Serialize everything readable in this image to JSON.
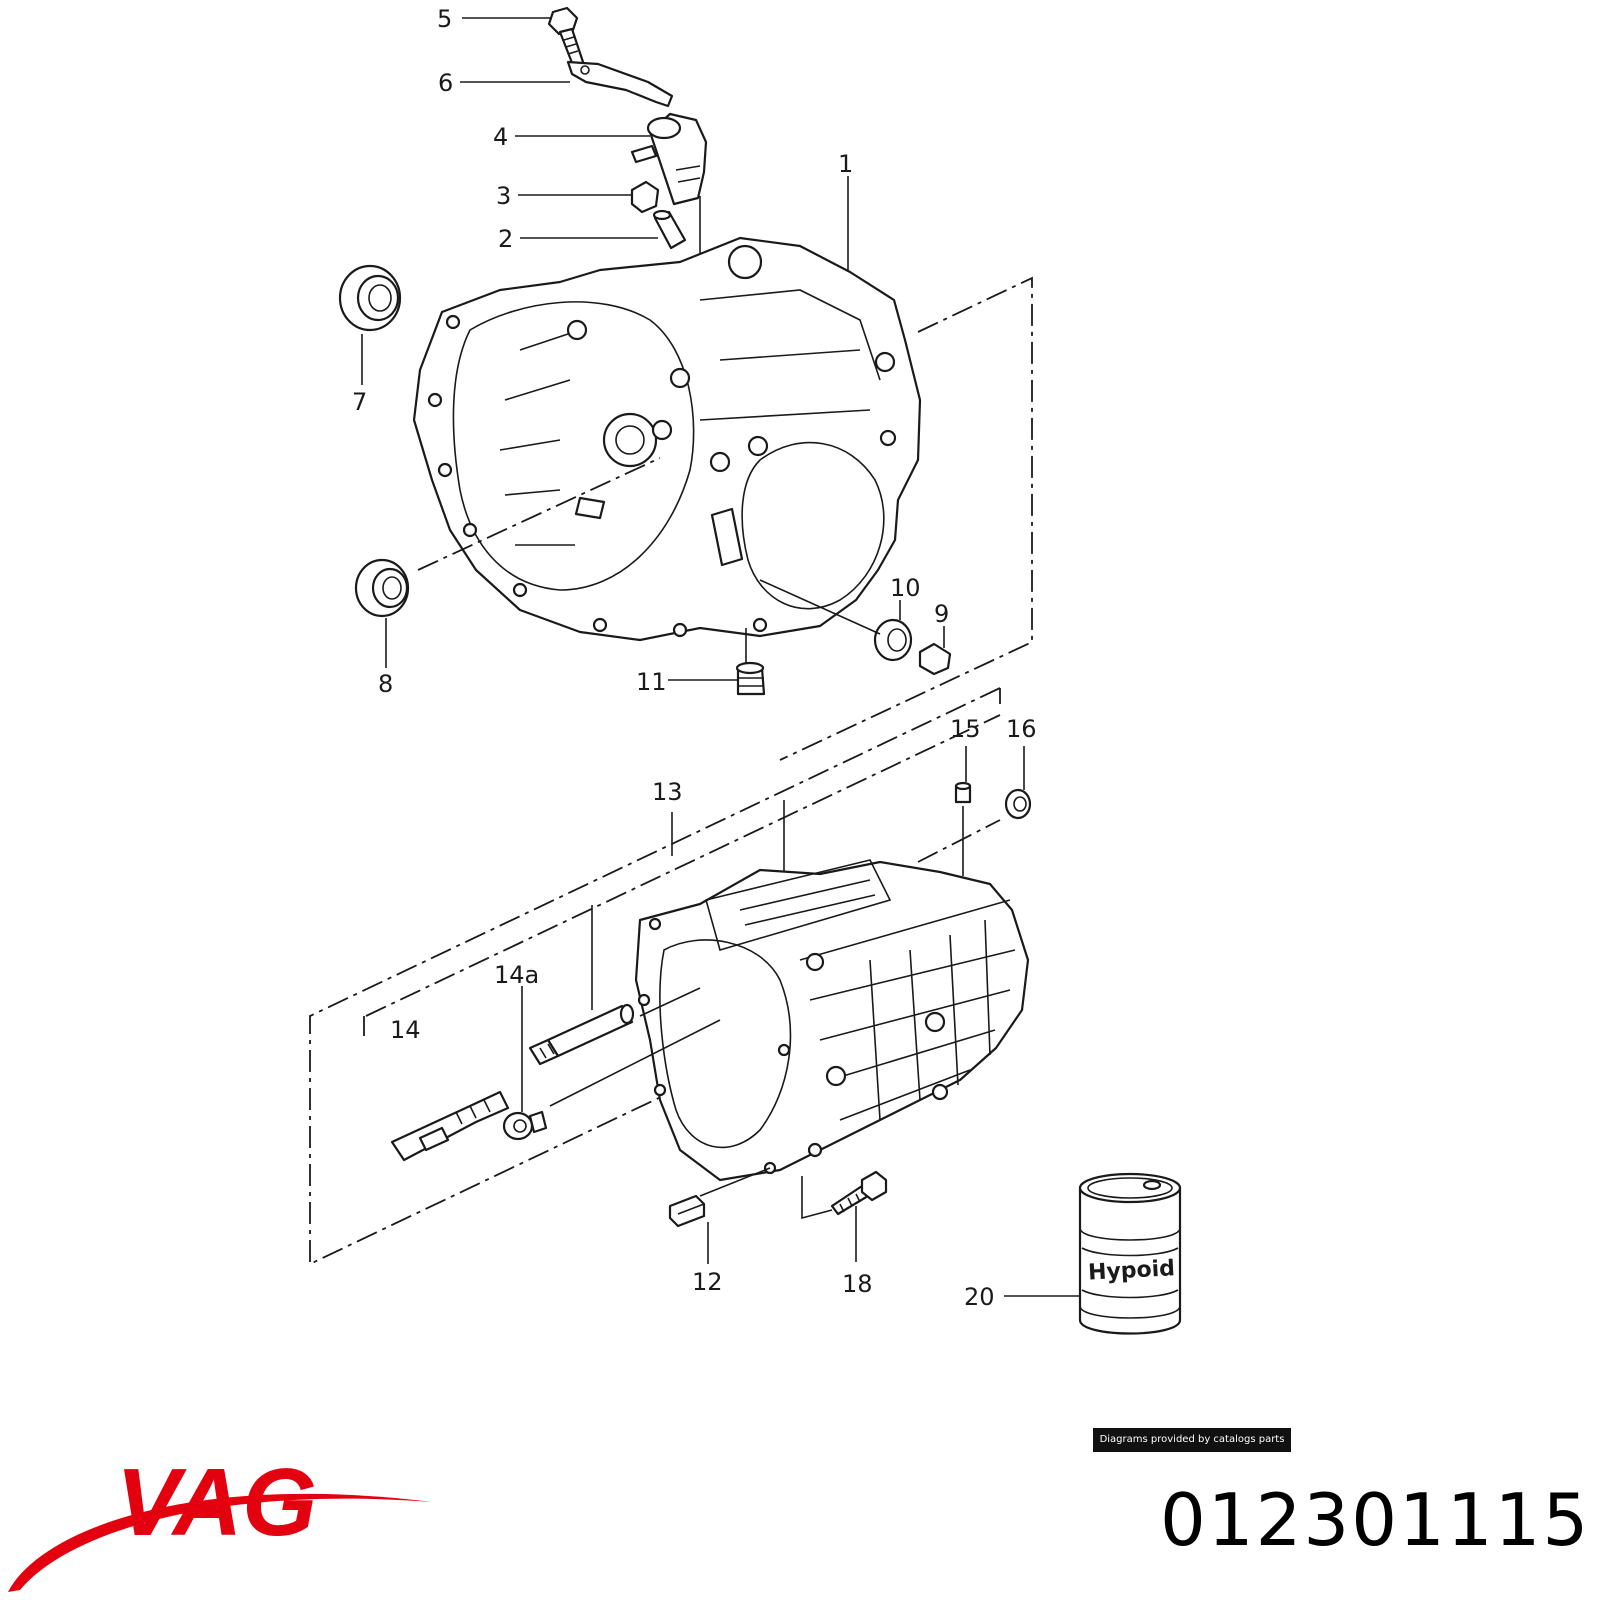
{
  "callouts": {
    "c1": "1",
    "c2": "2",
    "c3": "3",
    "c4": "4",
    "c5": "5",
    "c6": "6",
    "c7": "7",
    "c8": "8",
    "c9": "9",
    "c10": "10",
    "c11": "11",
    "c12": "12",
    "c13": "13",
    "c14": "14",
    "c14a": "14a",
    "c15": "15",
    "c16": "16",
    "c18": "18",
    "c20": "20"
  },
  "drum_label": "Hypoid",
  "credit": "Diagrams provided by catalogs parts",
  "brand": {
    "name": "VAG",
    "color": "#e3000f"
  },
  "part_number": "012301115"
}
